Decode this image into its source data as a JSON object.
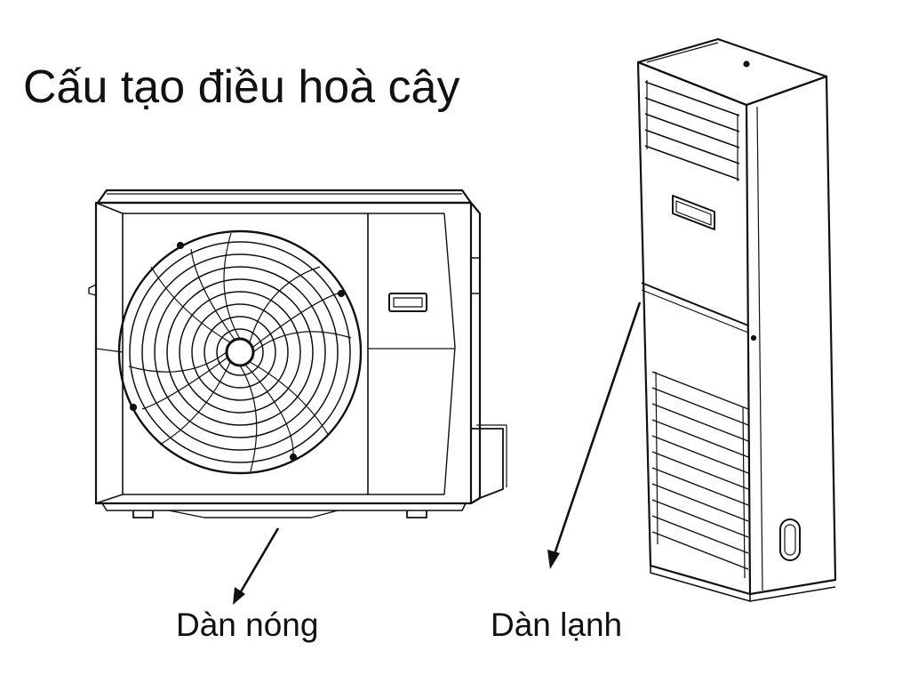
{
  "title": "Cấu tạo điều hoà cây",
  "labels": {
    "outdoor_unit": "Dàn nóng",
    "indoor_unit": "Dàn lạnh"
  },
  "colors": {
    "line": "#111111",
    "background": "#ffffff"
  }
}
